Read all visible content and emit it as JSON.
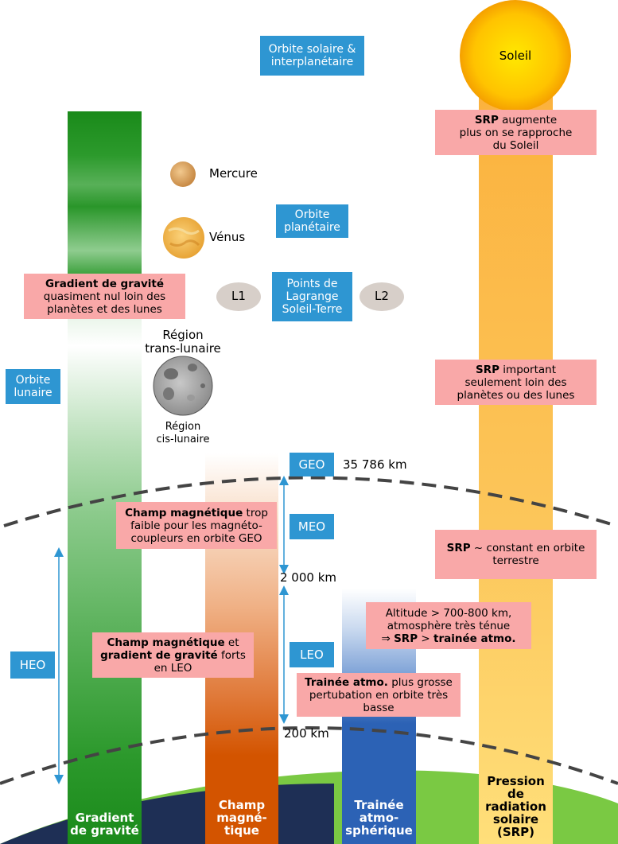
{
  "colors": {
    "gravity": "#1a8a1a",
    "magnetic": "#d35400",
    "drag": "#2c62b5",
    "srp": "#fbb03b",
    "info_box": "#2e96d2",
    "note_box": "#f9a8a8"
  },
  "regions": {
    "solar_orbit": [
      "Orbite solaire &",
      "interplanétaire"
    ],
    "planetary_orbit": [
      "Orbite",
      "planétaire"
    ],
    "lagrange": [
      "Points de",
      "Lagrange",
      "Soleil-Terre"
    ],
    "lunar_orbit": [
      "Orbite",
      "lunaire"
    ],
    "geo": "GEO",
    "meo": "MEO",
    "leo": "LEO",
    "heo": "HEO"
  },
  "bodies": {
    "sun": "Soleil",
    "mercury": "Mercure",
    "venus": "Vénus",
    "l1": "L1",
    "l2": "L2",
    "trans_lunar": [
      "Région",
      "trans-lunaire"
    ],
    "cis_lunar": [
      "Région",
      "cis-lunaire"
    ]
  },
  "altitudes": {
    "geo": "35 786 km",
    "meo_leo": "2 000 km",
    "leo_low": "200 km"
  },
  "notes": {
    "srp_sun": {
      "bold": "SRP",
      "rest": " augmente",
      "line2": "plus on se rapproche",
      "line3": "du Soleil"
    },
    "gravity_far": {
      "bold": "Gradient de gravité",
      "line2": "quasiment nul loin des",
      "line3": "planètes et des lunes"
    },
    "srp_far": {
      "bold": "SRP",
      "rest": " important",
      "line2": "seulement loin des",
      "line3": "planètes ou des lunes"
    },
    "magnetic_geo": {
      "bold": "Champ magnétique",
      "rest": " trop",
      "line2": "faible pour les magnéto-",
      "line3": "coupleurs en orbite GEO"
    },
    "srp_earth": {
      "bold": "SRP",
      "rest": " ~ constant en orbite",
      "line2": "terrestre"
    },
    "altitude_high": {
      "line1": "Altitude > 700-800 km,",
      "line2": "atmosphère très ténue",
      "arrow": "⇒ ",
      "bold1": "SRP",
      "mid": " > ",
      "bold2": "trainée atmo."
    },
    "magnetic_leo": {
      "bold1": "Champ magnétique",
      "rest1": " et",
      "bold2": "gradient de gravité",
      "rest2": " forts",
      "line3": "en LEO"
    },
    "drag_leo": {
      "bold": "Trainée atmo.",
      "rest": " plus grosse",
      "line2": "pertubation en orbite très",
      "line3": "basse"
    }
  },
  "columns": {
    "gravity": [
      "Gradient",
      "de gravité"
    ],
    "magnetic": [
      "Champ",
      "magné-",
      "tique"
    ],
    "drag": [
      "Trainée",
      "atmo-",
      "sphérique"
    ],
    "srp": [
      "Pression",
      "de",
      "radiation",
      "solaire",
      "(SRP)"
    ]
  }
}
